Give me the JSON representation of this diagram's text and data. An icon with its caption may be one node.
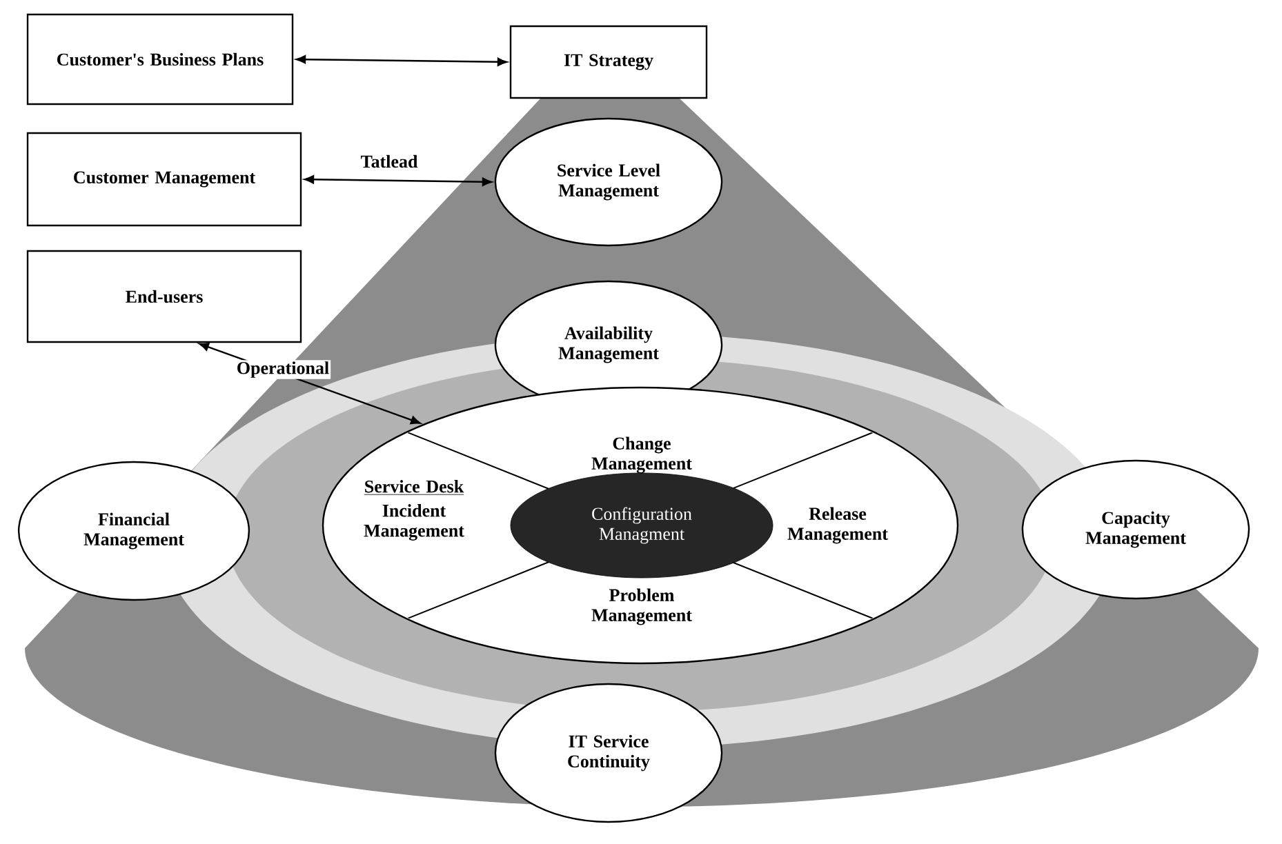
{
  "diagram": {
    "nodes": [
      {
        "text": [
          "Customer's Business Plans"
        ]
      },
      {
        "text": [
          "IT Strategy"
        ]
      },
      {
        "text": [
          "Customer Management"
        ]
      },
      {
        "text": [
          "Service Level Management"
        ]
      },
      {
        "text": [
          "End-users"
        ]
      },
      {
        "text": [
          "Availability Management"
        ]
      },
      {
        "text": [
          "Financial Management"
        ]
      },
      {
        "text": [],
        "shape": "ellipse"
      },
      {
        "text": [
          "Change Management"
        ],
        "in": 7
      },
      {
        "text": [
          "Service Desk",
          "Incident Management"
        ],
        "in": 7
      },
      {
        "text": [
          "Configuration Managment"
        ],
        "in": 7
      },
      {
        "text": [
          "Release Management"
        ],
        "in": 7
      },
      {
        "text": [
          "Problem Management"
        ],
        "in": 7
      },
      {
        "text": [
          "Capacity Management"
        ]
      },
      {
        "text": [
          "IT Service Continuity"
        ]
      }
    ],
    "edges": [
      {
        "from": 0,
        "to": 1,
        "arrow": "both"
      },
      {
        "from": 2,
        "to": 3,
        "arrow": "both",
        "label": "Tatlead"
      },
      {
        "from": 4,
        "to": 7,
        "arrow": "both",
        "label": "Operational"
      }
    ]
  }
}
